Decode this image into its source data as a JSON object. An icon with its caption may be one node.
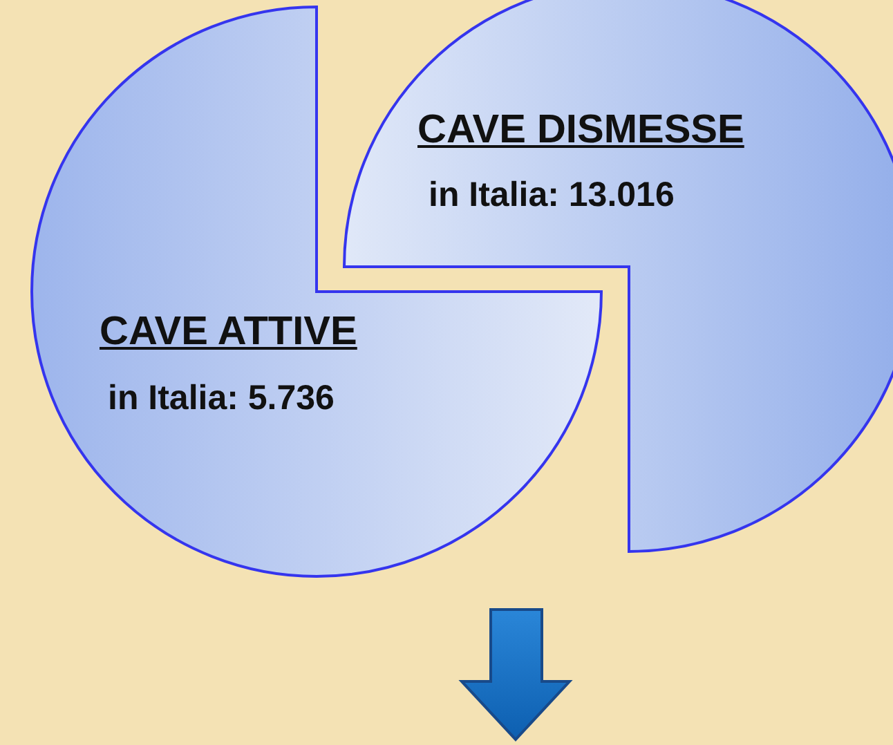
{
  "diagram": {
    "nodes": [
      {
        "text": [
          "CAVE ATTIVE",
          "in Italia: 5.736"
        ]
      },
      {
        "text": [
          "CAVE DISMESSE",
          "in Italia: 13.016"
        ]
      }
    ]
  }
}
